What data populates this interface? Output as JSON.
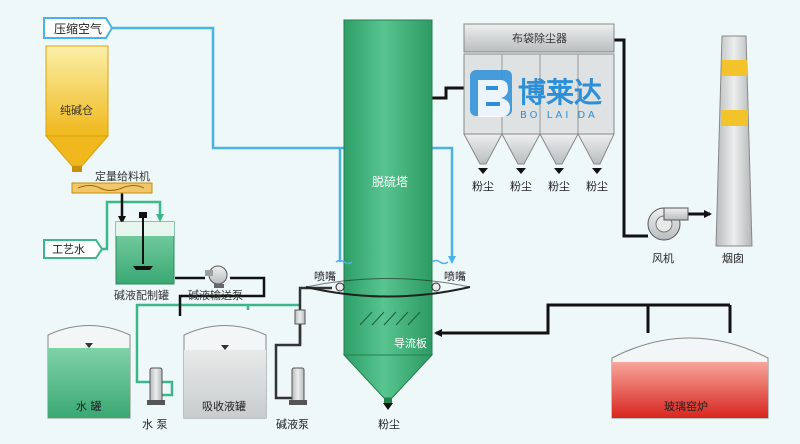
{
  "labels": {
    "compressed_air": "压缩空气",
    "soda_silo": "纯碱仓",
    "feeder": "定量给料机",
    "process_water": "工艺水",
    "alkali_tank": "碱液配制罐",
    "alkali_transfer_pump": "碱液输送泵",
    "water_tank": "水  罐",
    "water_pump": "水  泵",
    "absorb_tank": "吸收液罐",
    "alkali_pump": "碱液泵",
    "tower": "脱硫塔",
    "nozzle_left": "喷嘴",
    "nozzle_right": "喷嘴",
    "baffle": "导流板",
    "tower_dust": "粉尘",
    "baghouse": "布袋除尘器",
    "hopper_dust": [
      "粉尘",
      "粉尘",
      "粉尘",
      "粉尘"
    ],
    "fan": "风机",
    "chimney": "烟囱",
    "furnace": "玻璃窑炉"
  },
  "logo": {
    "main": "博莱达",
    "sub": "BO LAI DA"
  },
  "colors": {
    "background": "#eef8f9",
    "tower": "#3bb077",
    "air_line": "#4ab3e6",
    "water_line": "#3cb78a",
    "flue_line": "#111111",
    "silo": "#f2c32a",
    "furnace": "#e0312a",
    "logo": "#2c8fd8"
  }
}
